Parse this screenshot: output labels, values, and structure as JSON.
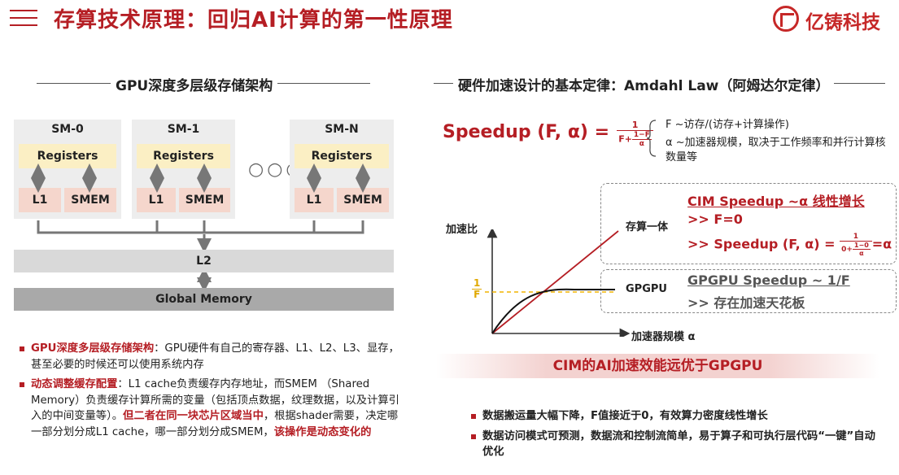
{
  "header": {
    "title": "存算技术原理：回归AI计算的第一性原理",
    "logo_text": "亿铸科技"
  },
  "left": {
    "section_title": "GPU深度多层级存储架构",
    "sm_blocks": [
      {
        "title": "SM-0",
        "registers": "Registers",
        "l1": "L1",
        "smem": "SMEM"
      },
      {
        "title": "SM-1",
        "registers": "Registers",
        "l1": "L1",
        "smem": "SMEM"
      },
      {
        "title": "SM-N",
        "registers": "Registers",
        "l1": "L1",
        "smem": "SMEM"
      }
    ],
    "dots": "○○○",
    "l2": "L2",
    "global_memory": "Global Memory",
    "bullets": {
      "b1_head": "GPU深度多层级存储架构",
      "b1_text": "：GPU硬件有自己的寄存器、L1、L2、L3、显存，甚至必要的时候还可以使用系统内存",
      "b2_head": "动态调整缓存配置",
      "b2_text": "：L1 cache负责缓存内存地址，而SMEM （Shared Memory）负责缓存计算所需的变量（包括顶点数据，纹理数据，以及计算引入的中间变量等）。",
      "b2_red": "但二者在同一块芯片区域当中",
      "b2_text2": "，根据shader需要，决定哪一部分划分成L1 cache，哪一部分划分成SMEM，",
      "b2_red2": "该操作是动态变化的"
    }
  },
  "right": {
    "section_title": "硬件加速设计的基本定律：Amdahl Law（阿姆达尔定律）",
    "formula": {
      "lhs": "Speedup (F, α) =",
      "num": "1",
      "den_prefix": "F+",
      "den_num": "1−F",
      "den_den": "α",
      "desc1": "F ~访存/(访存+计算操作)",
      "desc2": "α ~加速器规模，取决于工作频率和并行计算核数量等"
    },
    "cim_box": {
      "title": "CIM Speedup ~α 线性增长",
      "line1": ">> F=0",
      "line2_prefix": ">> Speedup (F, α) =",
      "frac_num": "1",
      "frac_den_prefix": "0+",
      "frac_den_num": "1−0",
      "frac_den_den": "α",
      "line2_suffix": "=α"
    },
    "gpu_box": {
      "title": "GPGPU Speedup ~ 1/F",
      "line1": ">> 存在加速天花板"
    },
    "chart": {
      "y_label": "加速比",
      "x_label": "加速器规模 α",
      "cim_label": "存算一体",
      "gpu_label": "GPGPU",
      "one_over_f_num": "1",
      "one_over_f_den": "F"
    },
    "banner": "CIM的AI加速效能远优于GPGPU",
    "bullets": {
      "b1": "数据搬运量大幅下降，F值接近于0，有效算力密度线性增长",
      "b2": "数据访问模式可预测，数据流和控制流简单，易于算子和可执行层代码“一键”自动优化"
    }
  },
  "colors": {
    "accent": "#b51e24",
    "register": "#fbefc4",
    "memory": "#f5d6cc",
    "l2": "#d9d9d9",
    "global_memory": "#a9a9a9",
    "asymptote": "#f0b400"
  }
}
